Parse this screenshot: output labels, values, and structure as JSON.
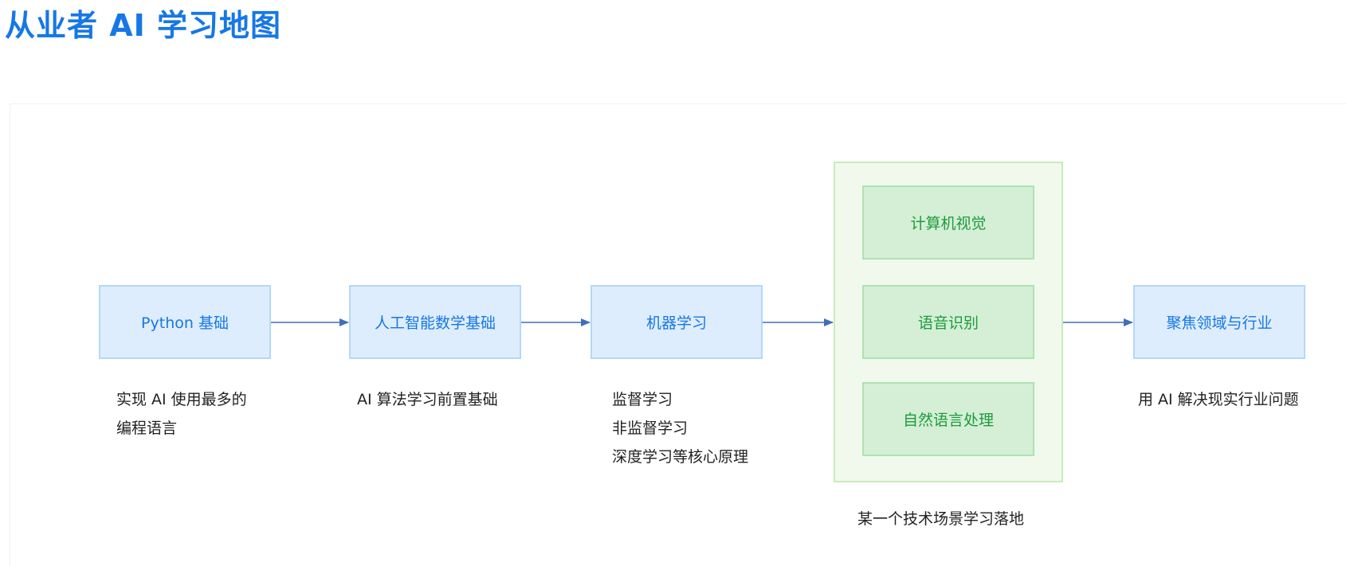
{
  "title": "从业者 AI 学习地图",
  "nodes": {
    "python": "Python 基础",
    "math": "人工智能数学基础",
    "ml": "机器学习",
    "cv": "计算机视觉",
    "speech": "语音识别",
    "nlp": "自然语言处理",
    "domain": "聚焦领域与行业"
  },
  "descriptions": {
    "python": [
      "实现 AI 使用最多的",
      "编程语言"
    ],
    "math": [
      "AI 算法学习前置基础"
    ],
    "ml": [
      "监督学习",
      "非监督学习",
      "深度学习等核心原理"
    ],
    "scenario": [
      "某一个技术场景学习落地"
    ],
    "domain": [
      "用 AI 解决现实行业问题"
    ]
  },
  "colors": {
    "title": "#1677e5",
    "blue_fill": "#deedfd",
    "blue_border": "#b3d8f8",
    "blue_text": "#1677e5",
    "green_fill": "#d4efd6",
    "green_border": "#ace3b2",
    "green_text": "#1e9b3c",
    "group_fill": "#f1f9ed",
    "group_border": "#c8ecbc",
    "arrow": "#3f6fb8"
  }
}
